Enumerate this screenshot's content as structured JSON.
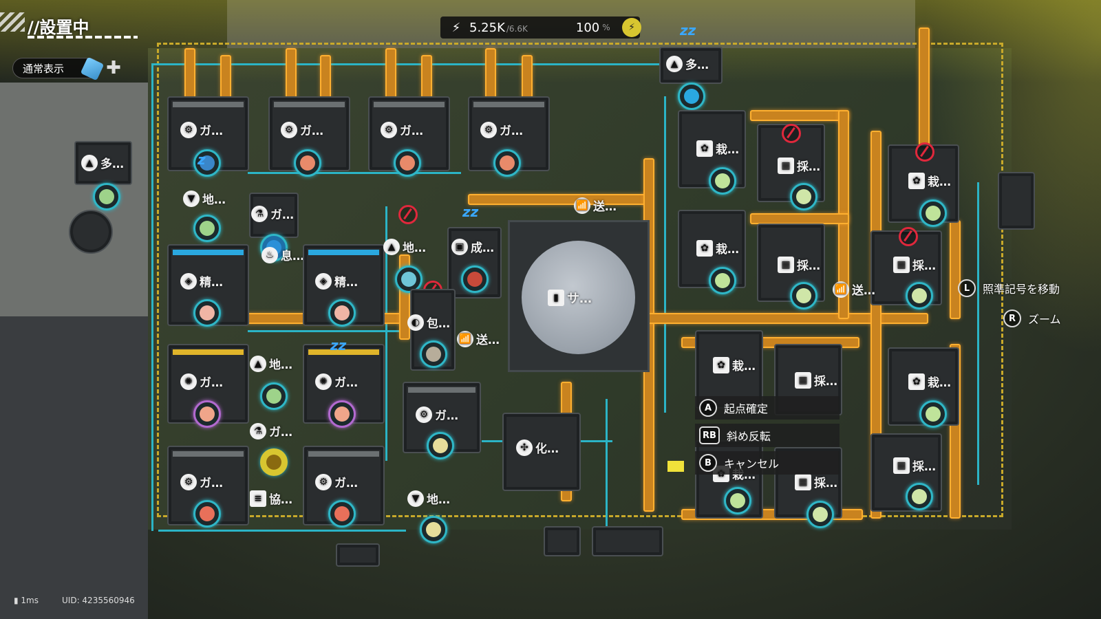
{
  "hud": {
    "mode_title": "//設置中",
    "view_mode": "通常表示",
    "power": {
      "value": "5.25K",
      "capacity": "/6.6K",
      "percent": "100",
      "percent_unit": "%"
    }
  },
  "controls": {
    "move_cursor": {
      "button": "L",
      "label": "照準記号を移動"
    },
    "zoom": {
      "button": "R",
      "label": "ズーム"
    }
  },
  "context_menu": [
    {
      "button": "A",
      "label": "起点確定"
    },
    {
      "button": "RB",
      "label": "斜め反転"
    },
    {
      "button": "B",
      "label": "キャンセル"
    }
  ],
  "footer": {
    "ping": "1ms",
    "uid": "UID: 4235560946"
  },
  "facilities": {
    "multi_top": "多…",
    "multi_left": "多…",
    "ga1": "ガ…",
    "ga2": "ガ…",
    "ga3": "ガ…",
    "ga4": "ガ…",
    "chi1": "地…",
    "ga5": "ガ…",
    "iki": "息…",
    "sei1": "精…",
    "sei2": "精…",
    "chi2": "地…",
    "sei_x": "成…",
    "sou1": "送…",
    "hou": "包…",
    "sou2": "送…",
    "hub": "サ…",
    "chi3": "地…",
    "ga6": "ガ…",
    "ga7": "ガ…",
    "ga8": "ガ…",
    "ga9": "ガ…",
    "ga10": "ガ…",
    "ga11": "ガ…",
    "kyou": "協…",
    "chi4": "地…",
    "ka": "化…",
    "sai1": "栽…",
    "sai2": "栽…",
    "sai3": "栽…",
    "sai4": "栽…",
    "sai5": "栽…",
    "sai6": "栽…",
    "tori1": "採…",
    "tori2": "採…",
    "tori3": "採…",
    "tori4": "採…",
    "tori5": "採…",
    "tori6": "採…",
    "sou3": "送…"
  },
  "colors": {
    "belt": "#c9831f",
    "pipe": "#2bb4c6",
    "warning": "#e0283c",
    "accent_yellow": "#d8c630"
  }
}
